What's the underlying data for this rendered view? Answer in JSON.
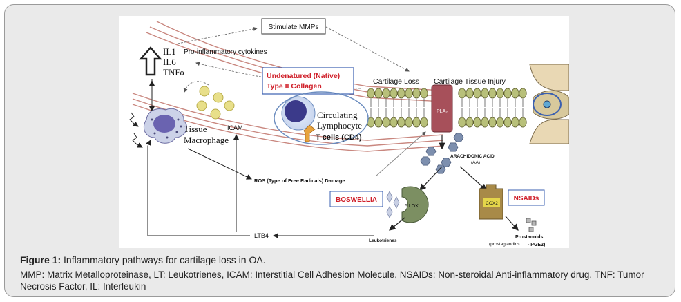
{
  "labels": {
    "stimulate_mmps": "Stimulate MMPs",
    "il1": "IL1",
    "il6": "IL6",
    "tnf": "TNFα",
    "pro_inflammatory": "Pro-inflammatory cytokines",
    "undenatured_line1": "Undenatured (Native)",
    "undenatured_line2": "Type II Collagen",
    "cartilage_loss": "Cartilage Loss",
    "cartilage_injury": "Cartilage Tissue Injury",
    "pla2": "PLA₂",
    "circulating_line1": "Circulating",
    "circulating_line2": "Lymphocyte",
    "tcells": "T cells (CD4)",
    "tissue": "Tissue",
    "macrophage": "Macrophage",
    "icam": "ICAM",
    "arachidonic_line1": "ARACHIDONIC ACID",
    "arachidonic_line2": "(AA)",
    "ros": "ROS (Type of Free Radicals) Damage",
    "boswellia": "BOSWELLIA",
    "lox": "5 LOX",
    "cox2": "COX2",
    "nsaids": "NSAIDs",
    "ltb4": "LTB4",
    "leukotrienes": "Leukotrienes",
    "prostanoids": "Prostanoids",
    "prostaglandins": "(prostaglandins",
    "pge2": "- PGE2)"
  },
  "caption": {
    "figure_label": "Figure 1:",
    "figure_title": " Inflammatory pathways for cartilage loss in OA.",
    "abbreviations": "MMP: Matrix Metalloproteinase, LT: Leukotrienes, ICAM: Interstitial Cell Adhesion Molecule, NSAIDs: Non-steroidal Anti-inflammatory drug, TNF: Tumor Necrosis Factor, IL: Interleukin"
  },
  "colors": {
    "membrane_bead": "#b8c07a",
    "pla2_channel": "#a7505a",
    "highlight_red": "#d0202a",
    "box_border": "#3a5fb0",
    "lymphocyte_blue": "#3b3a8a",
    "lox_green": "#7c8f62",
    "cox2_tan": "#a88a48"
  }
}
